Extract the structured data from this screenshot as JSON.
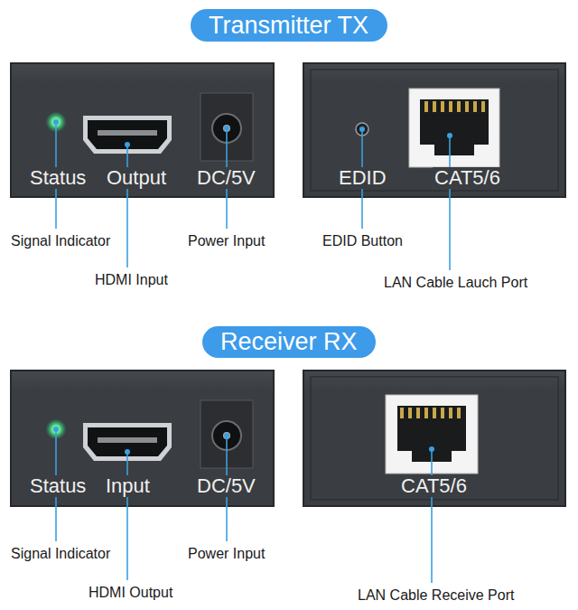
{
  "diagram": {
    "nodes": [
      {
        "text": [
          "Transmitter TX"
        ]
      },
      {
        "text": [
          "Status",
          "Output",
          "DC/5V"
        ]
      },
      {
        "text": [
          "EDID",
          "CAT5/6"
        ]
      },
      {
        "text": [
          "Receiver RX"
        ]
      },
      {
        "text": [
          "Status",
          "Input",
          "DC/5V"
        ]
      },
      {
        "text": [
          "CAT5/6"
        ]
      }
    ],
    "labels": [
      "Signal Indicator",
      "HDMI Input",
      "Power Input",
      "EDID Button",
      "LAN Cable Lauch Port",
      "Signal Indicator",
      "HDMI Output",
      "Power Input",
      "LAN Cable Receive Port"
    ]
  }
}
